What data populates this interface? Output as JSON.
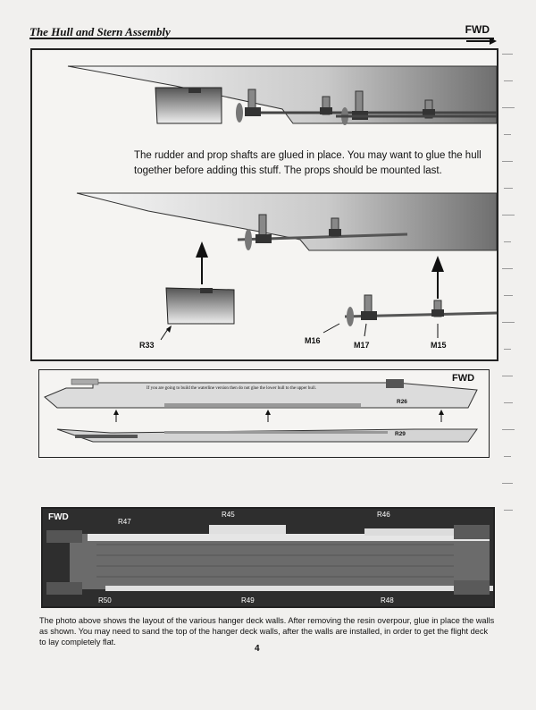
{
  "header": {
    "title": "The Hull and Stern Assembly",
    "fwd_label": "FWD"
  },
  "panel_top": {
    "note": "The rudder and prop shafts are glued in place.  You may want to glue the hull together before adding this stuff.  The props should be mounted last.",
    "labels": {
      "r33": "R33",
      "m16": "M16",
      "m17": "M17",
      "m15": "M15"
    }
  },
  "panel_middle": {
    "fwd_label": "FWD",
    "note": "If you are going to build the waterline version then do not glue the lower hull to the upper hull.",
    "labels": {
      "r26": "R26",
      "r29": "R29"
    }
  },
  "panel_photo": {
    "fwd_label": "FWD",
    "labels": {
      "r47": "R47",
      "r45": "R45",
      "r46": "R46",
      "r50": "R50",
      "r49": "R49",
      "r48": "R48"
    }
  },
  "caption": "The photo above shows the layout of the various hanger deck walls.  After removing the resin overpour, glue in place the walls as shown.  You may need  to sand the top of the hanger deck walls, after the walls are installed, in order to get the flight deck to lay completely flat.",
  "page_number": "4",
  "colors": {
    "ink": "#111111",
    "paper": "#f1f0ee",
    "photo_bg": "#2a2a2a"
  }
}
